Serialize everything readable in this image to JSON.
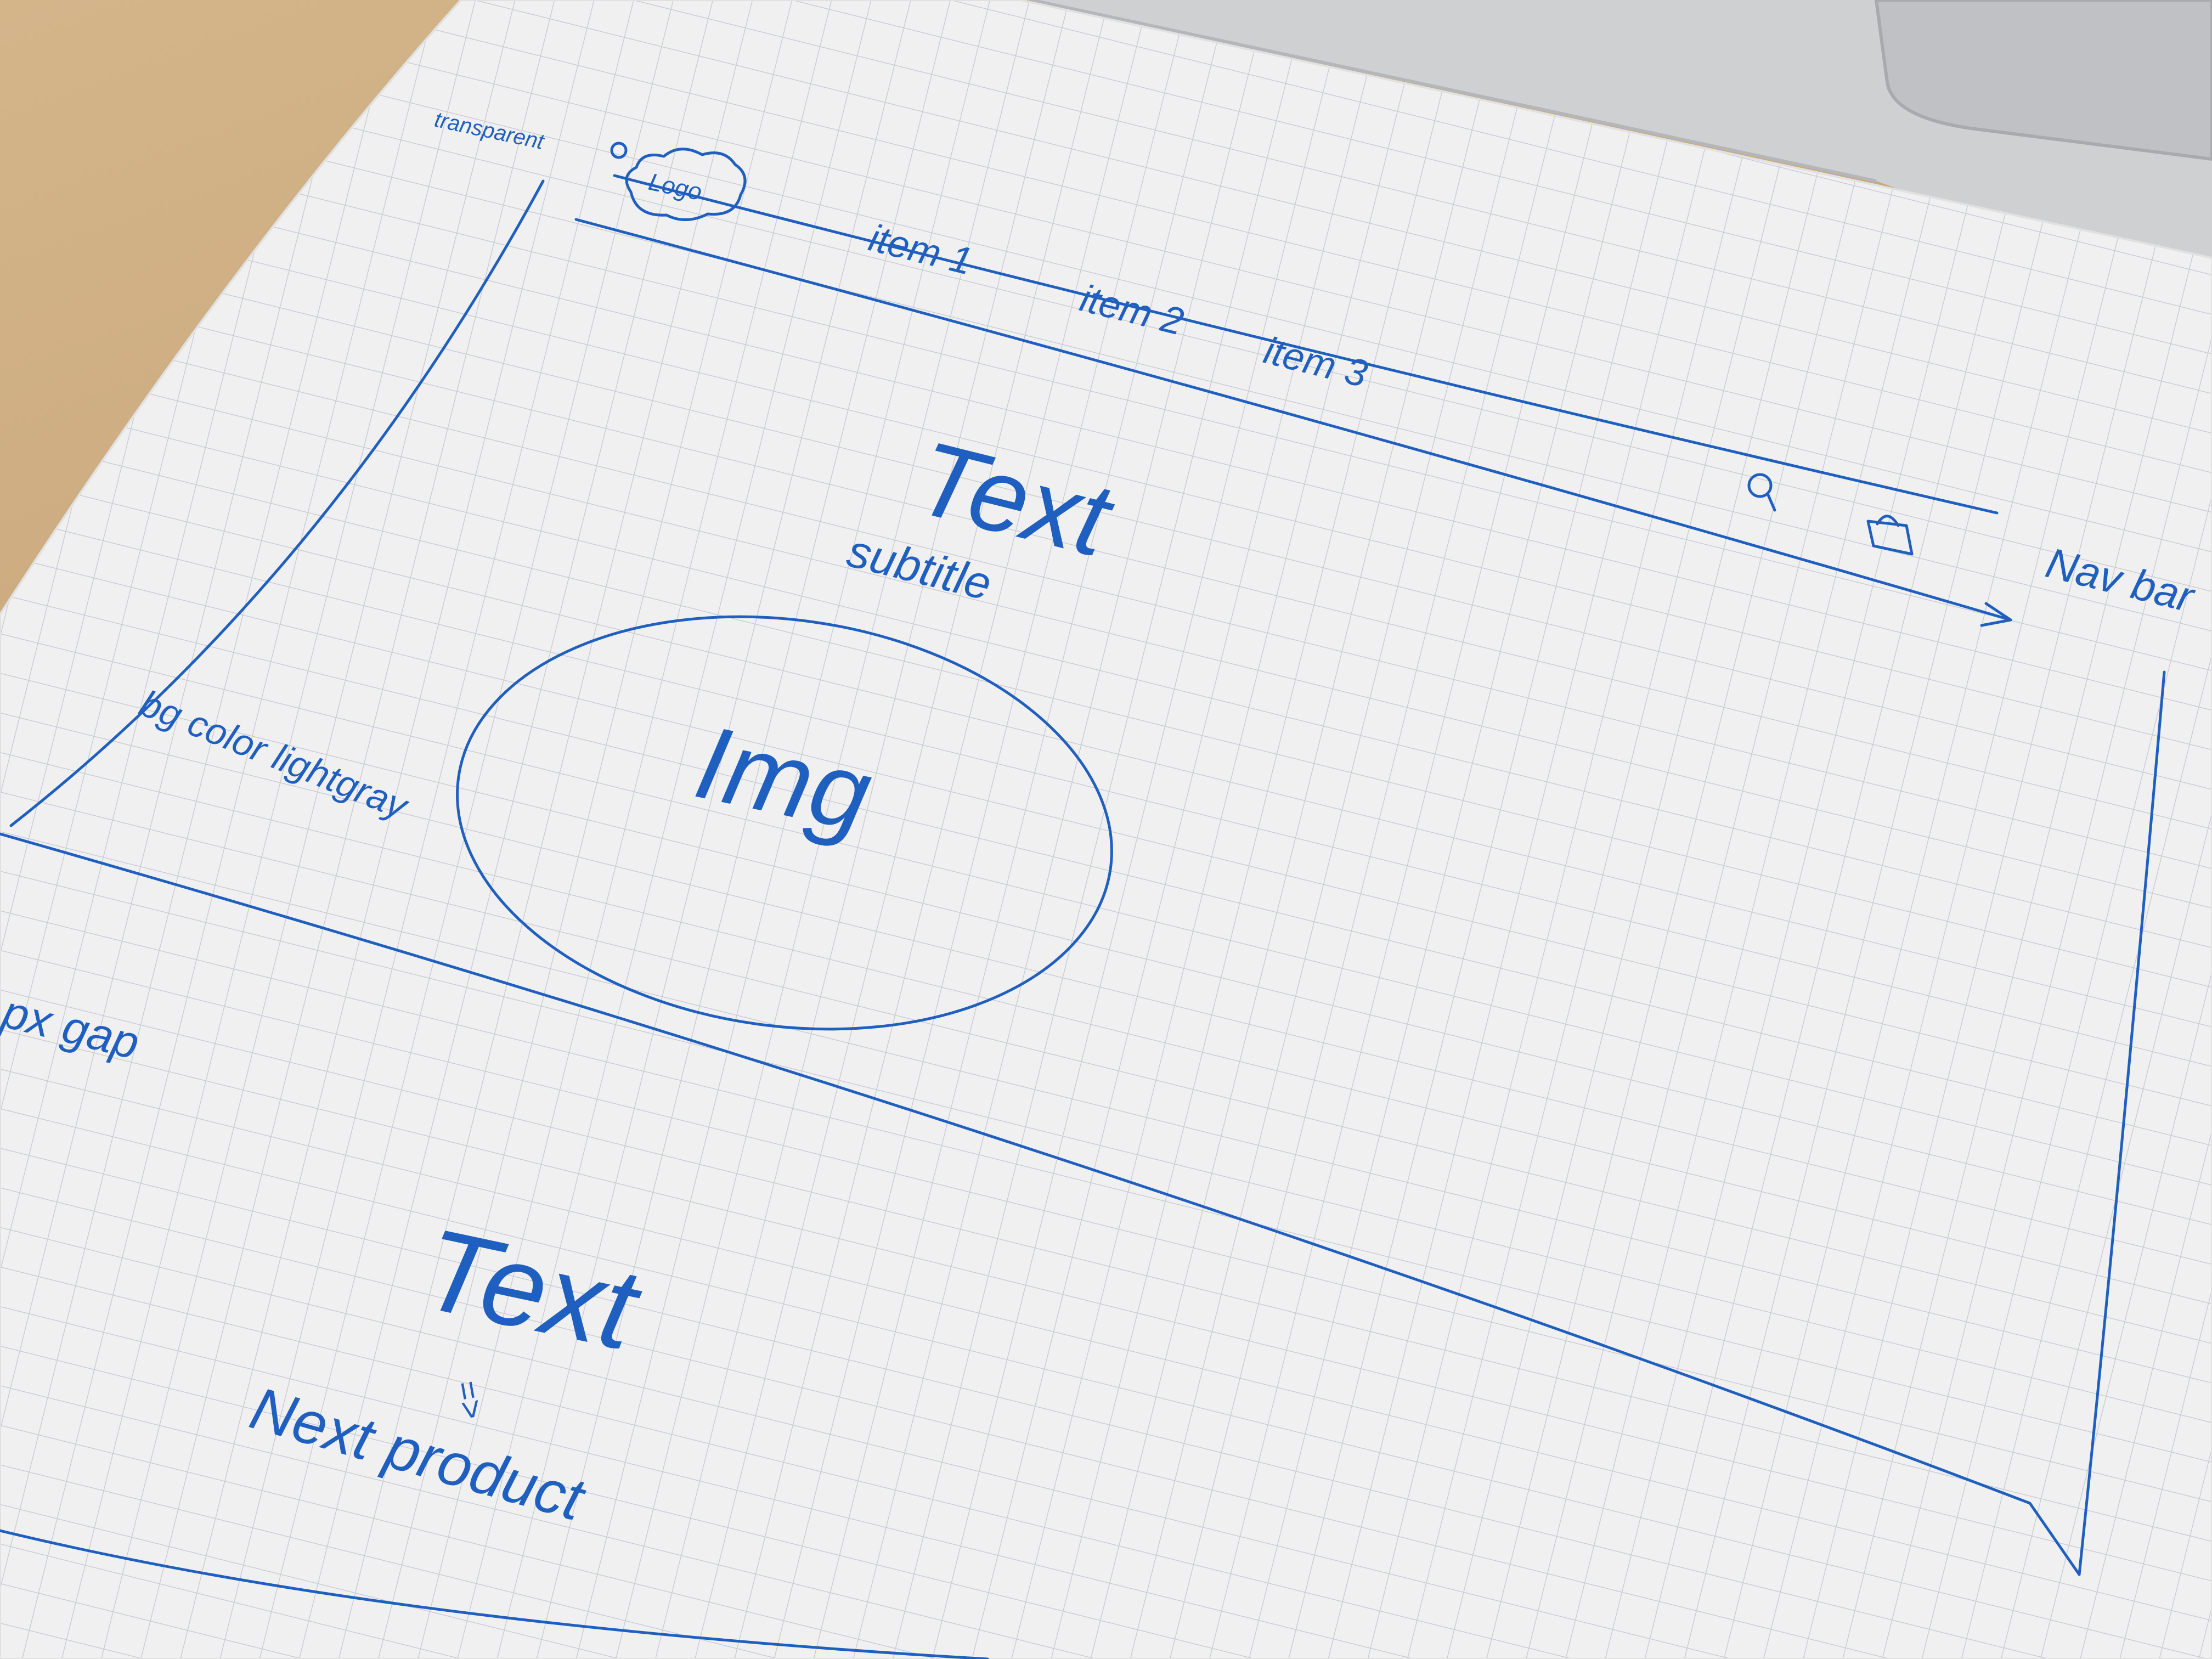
{
  "sketch": {
    "annotations": {
      "transparent": "transparent",
      "nav_bar": "Nav bar",
      "bg_color": "bg color lightgray",
      "gap": "px gap"
    },
    "nav": {
      "logo": "Logo",
      "items": [
        "item 1",
        "item 2",
        "item 3"
      ],
      "icons": [
        "search-icon",
        "shopping-bag-icon"
      ]
    },
    "hero": {
      "title": "Text",
      "subtitle": "subtitle",
      "image_label": "Img"
    },
    "next": {
      "title": "Text",
      "arrow": "=>",
      "caption": "Next product"
    }
  },
  "colors": {
    "ink": "#1f5fbf",
    "paper": "#f1f0f0",
    "grid": "#c9cdd6",
    "desk": "#c6a578",
    "laptop": "#cfd0d2"
  }
}
